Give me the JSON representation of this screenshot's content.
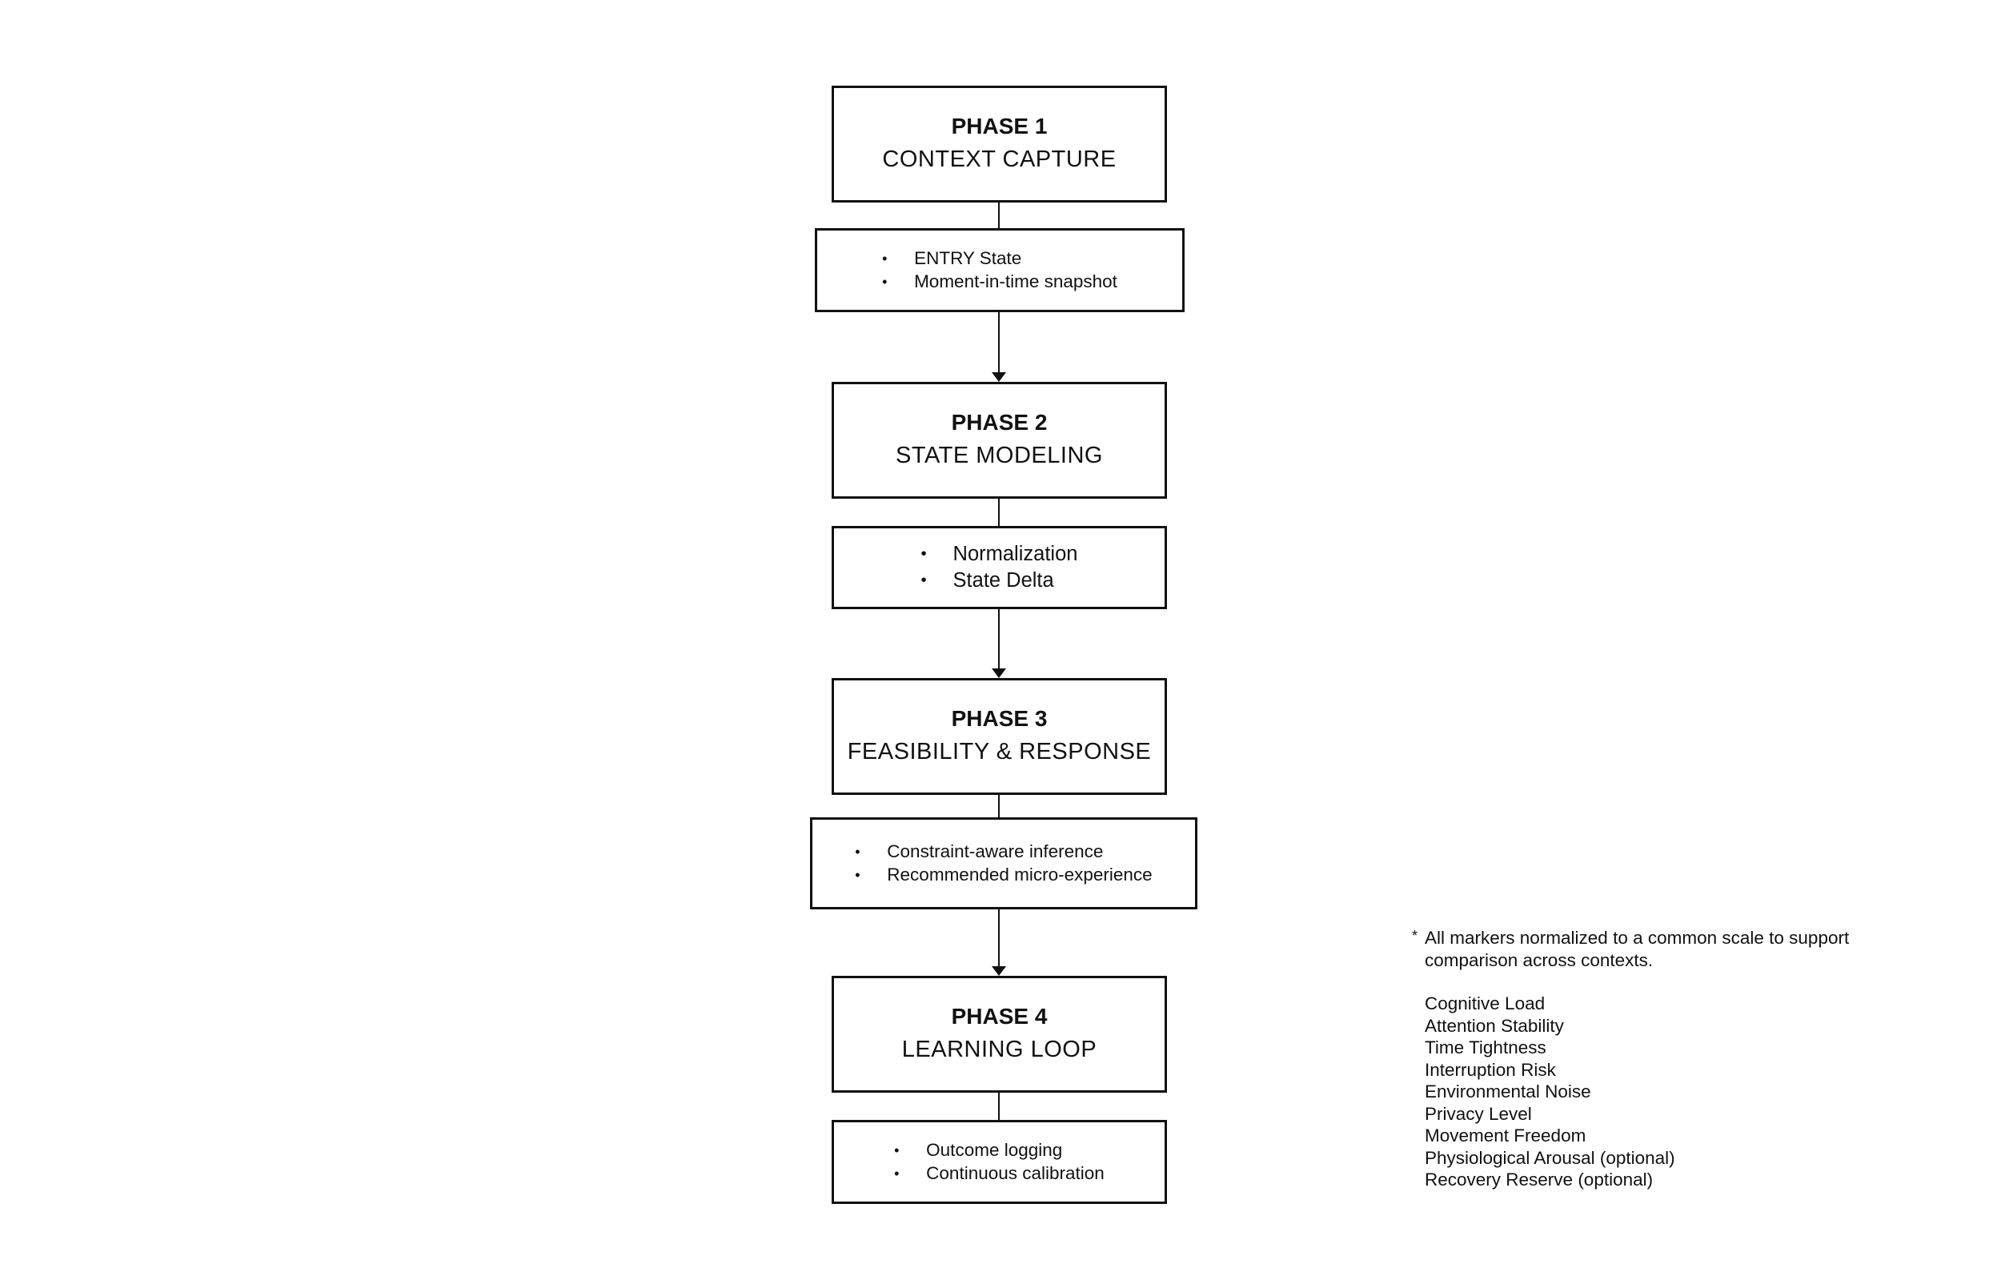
{
  "phases": [
    {
      "label": "PHASE 1",
      "name": "CONTEXT CAPTURE",
      "details": [
        "ENTRY State",
        "Moment-in-time snapshot"
      ]
    },
    {
      "label": "PHASE 2",
      "name": "STATE MODELING",
      "details": [
        "Normalization",
        "State Delta"
      ]
    },
    {
      "label": "PHASE 3",
      "name": "FEASIBILITY & RESPONSE",
      "details": [
        "Constraint-aware inference",
        "Recommended micro-experience"
      ]
    },
    {
      "label": "PHASE 4",
      "name": "LEARNING LOOP",
      "details": [
        "Outcome logging",
        "Continuous calibration"
      ]
    }
  ],
  "note": {
    "marker": "*",
    "text": "All markers normalized to a common scale to support comparison across contexts.",
    "markers": [
      "Cognitive Load",
      "Attention Stability",
      "Time Tightness",
      "Interruption Risk",
      "Environmental Noise",
      "Privacy Level",
      "Movement Freedom",
      "Physiological Arousal (optional)",
      "Recovery Reserve (optional)"
    ]
  }
}
